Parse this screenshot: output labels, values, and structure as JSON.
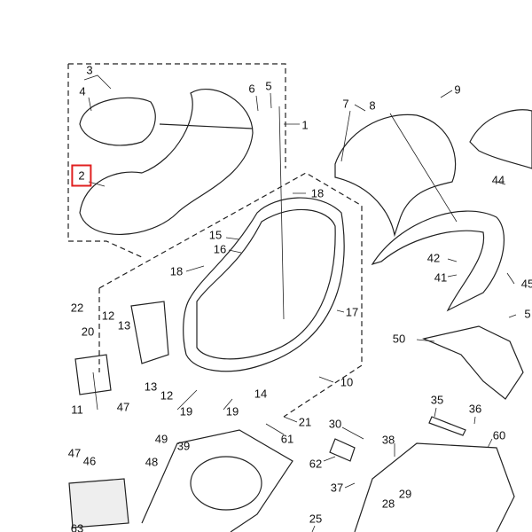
{
  "diagram": {
    "type": "exploded parts diagram",
    "highlight_color": "#e02020",
    "line_color": "#222222",
    "highlighted_callout": "2",
    "callouts": [
      "3",
      "4",
      "6",
      "5",
      "1",
      "2",
      "9",
      "7",
      "8",
      "18",
      "15",
      "16",
      "18",
      "17",
      "22",
      "12",
      "13",
      "20",
      "11",
      "13",
      "12",
      "19",
      "19",
      "14",
      "10",
      "21",
      "47",
      "49",
      "47",
      "46",
      "48",
      "61",
      "39",
      "63",
      "30",
      "62",
      "38",
      "37",
      "28",
      "29",
      "25",
      "35",
      "36",
      "60",
      "44",
      "42",
      "41",
      "45",
      "50",
      "5"
    ]
  }
}
